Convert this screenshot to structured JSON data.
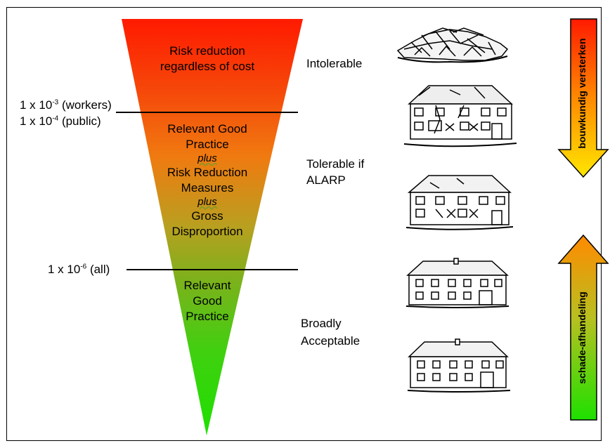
{
  "triangle": {
    "zone_top": [
      "Risk reduction",
      "regardless of cost"
    ],
    "zone_mid": [
      "Relevant Good",
      "Practice",
      "plus",
      "Risk Reduction",
      "Measures",
      "plus",
      "Gross",
      "Disproportion"
    ],
    "zone_bottom": [
      "Relevant",
      "Good",
      "Practice"
    ]
  },
  "thresholds": {
    "upper_workers": {
      "base": "1 x 10",
      "exp": "-3",
      "suffix": " (workers)"
    },
    "upper_public": {
      "base": "1 x 10",
      "exp": "-4",
      "suffix": " (public)"
    },
    "lower_all": {
      "base": "1 x 10",
      "exp": "-6",
      "suffix": " (all)"
    }
  },
  "regions": {
    "intolerable": "Intolerable",
    "tolerable": [
      "Tolerable if",
      "ALARP"
    ],
    "acceptable": [
      "Broadly",
      "Acceptable"
    ]
  },
  "arrows": {
    "down_label": "bouwkundig versterken",
    "up_label": "schade-afhandeling"
  },
  "colors": {
    "red": "#ff1a00",
    "orange": "#f07a10",
    "yellow": "#ffe600",
    "green": "#1ee000",
    "olive": "#9aa02a"
  },
  "building_icons": [
    "collapsed-building-icon",
    "heavily-damaged-building-icon",
    "damaged-building-icon",
    "slightly-damaged-building-icon",
    "intact-building-icon"
  ]
}
